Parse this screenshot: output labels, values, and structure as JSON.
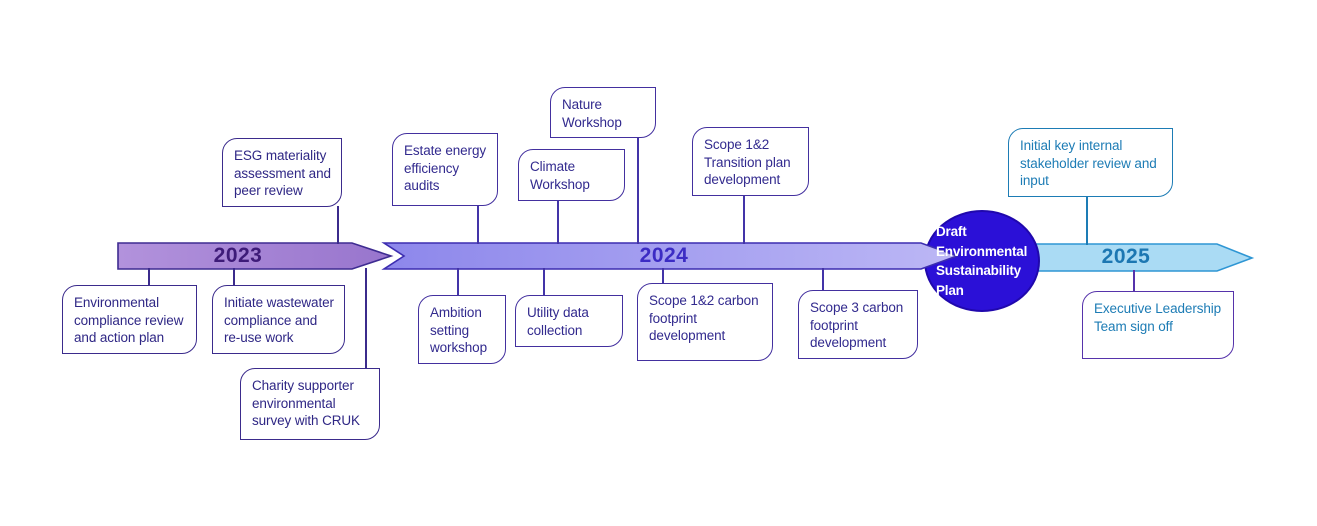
{
  "timeline": {
    "years": [
      {
        "label": "2023"
      },
      {
        "label": "2024"
      },
      {
        "label": "2025"
      }
    ],
    "milestone": {
      "label": "Draft Environmental Sustainability Plan"
    }
  },
  "events": {
    "esg": {
      "label": "ESG materiality assessment and peer review"
    },
    "env": {
      "label": "Environmental compliance  review and action plan"
    },
    "init": {
      "label": "Initiate wastewater compliance and re-use work"
    },
    "charity": {
      "label": "Charity supporter environmental survey with CRUK"
    },
    "estate": {
      "label": "Estate energy efficiency audits"
    },
    "climate": {
      "label": "Climate Workshop"
    },
    "nature": {
      "label": "Nature Workshop"
    },
    "ambition": {
      "label": "Ambition setting workshop"
    },
    "utility": {
      "label": "Utility data collection"
    },
    "s12c": {
      "label": "Scope 1&2 carbon footprint development"
    },
    "s12t": {
      "label": "Scope 1&2 Transition plan development"
    },
    "s3": {
      "label": "Scope 3 carbon footprint development"
    },
    "initial": {
      "label": "Initial key internal stakeholder review and input"
    },
    "exec": {
      "label": "Executive Leadership Team sign off"
    }
  },
  "colors": {
    "bar_2023_fill": "#a583d5",
    "bar_2023_border": "#3e2b91",
    "year_2023_text": "#3e1b78",
    "bar_2024_fill": "#918cec",
    "bar_2024_border": "#3c2db0",
    "year_2024_text": "#3c2cc4",
    "bar_2025_fill": "#aadbf4",
    "bar_2025_border": "#2e96d4",
    "year_2025_text": "#1c77b2",
    "milestone_fill": "#2b10d7",
    "milestone_text": "#ffffff",
    "callout_border_purple": "#43309f",
    "callout_text_indigo": "#322a8e",
    "callout_teal": "#1d7cb5"
  }
}
